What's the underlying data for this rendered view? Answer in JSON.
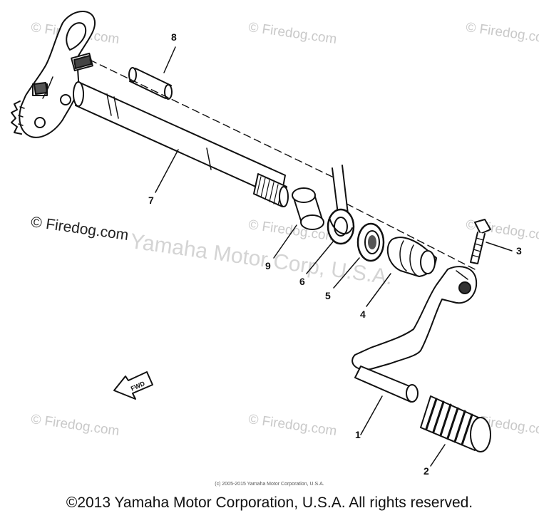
{
  "watermarks": {
    "small": "© Firedog.com",
    "dark": "© Firedog.com",
    "big": "Yamaha Motor Corp, U.S.A."
  },
  "callouts": {
    "p1": "1",
    "p2": "2",
    "p3": "3",
    "p4": "4",
    "p5": "5",
    "p6": "6",
    "p7": "7",
    "p8": "8",
    "p9": "9"
  },
  "fwd_label": "FWD",
  "fine_print": "(c) 2005-2015 Yamaha Motor Corporation, U.S.A.",
  "copyright": "©2013 Yamaha Motor Corporation, U.S.A. All rights reserved."
}
